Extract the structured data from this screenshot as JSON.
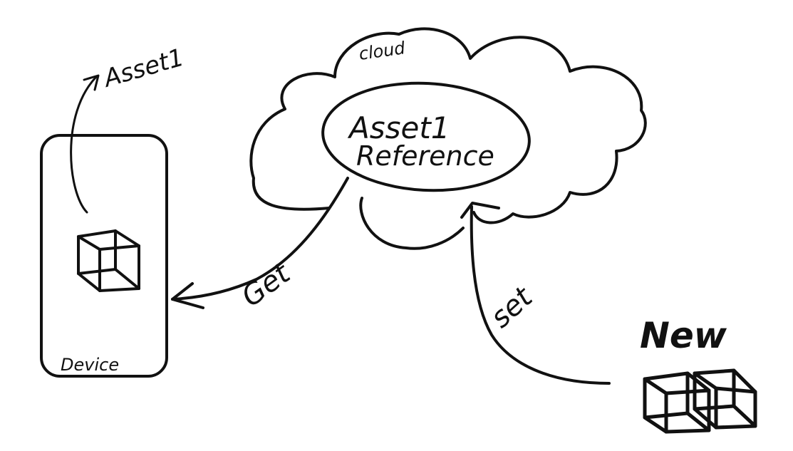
{
  "labels": {
    "cloud": "cloud",
    "asset_ref_line1": "Asset1",
    "asset_ref_line2": "Reference",
    "asset_top": "Asset1",
    "device": "Device",
    "get": "Get",
    "set": "set",
    "new": "New"
  }
}
